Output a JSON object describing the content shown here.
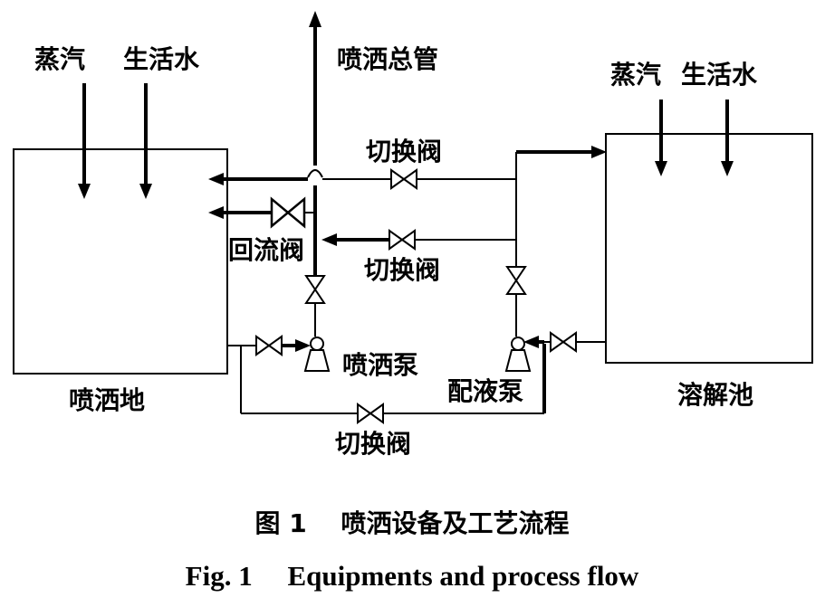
{
  "labels": {
    "steam_left": "蒸汽",
    "water_left": "生活水",
    "spray_main": "喷洒总管",
    "steam_right": "蒸汽",
    "water_right": "生活水",
    "switch_valve_top": "切换阀",
    "switch_valve_mid": "切换阀",
    "switch_valve_bottom": "切换阀",
    "return_valve": "回流阀",
    "spray_pump": "喷洒泵",
    "mixing_pump": "配液泵",
    "spray_tank": "喷洒地",
    "dissolve_tank": "溶解池"
  },
  "caption": {
    "cn": "图 1　 喷洒设备及工艺流程",
    "en": "Fig. 1　 Equipments and process flow"
  }
}
